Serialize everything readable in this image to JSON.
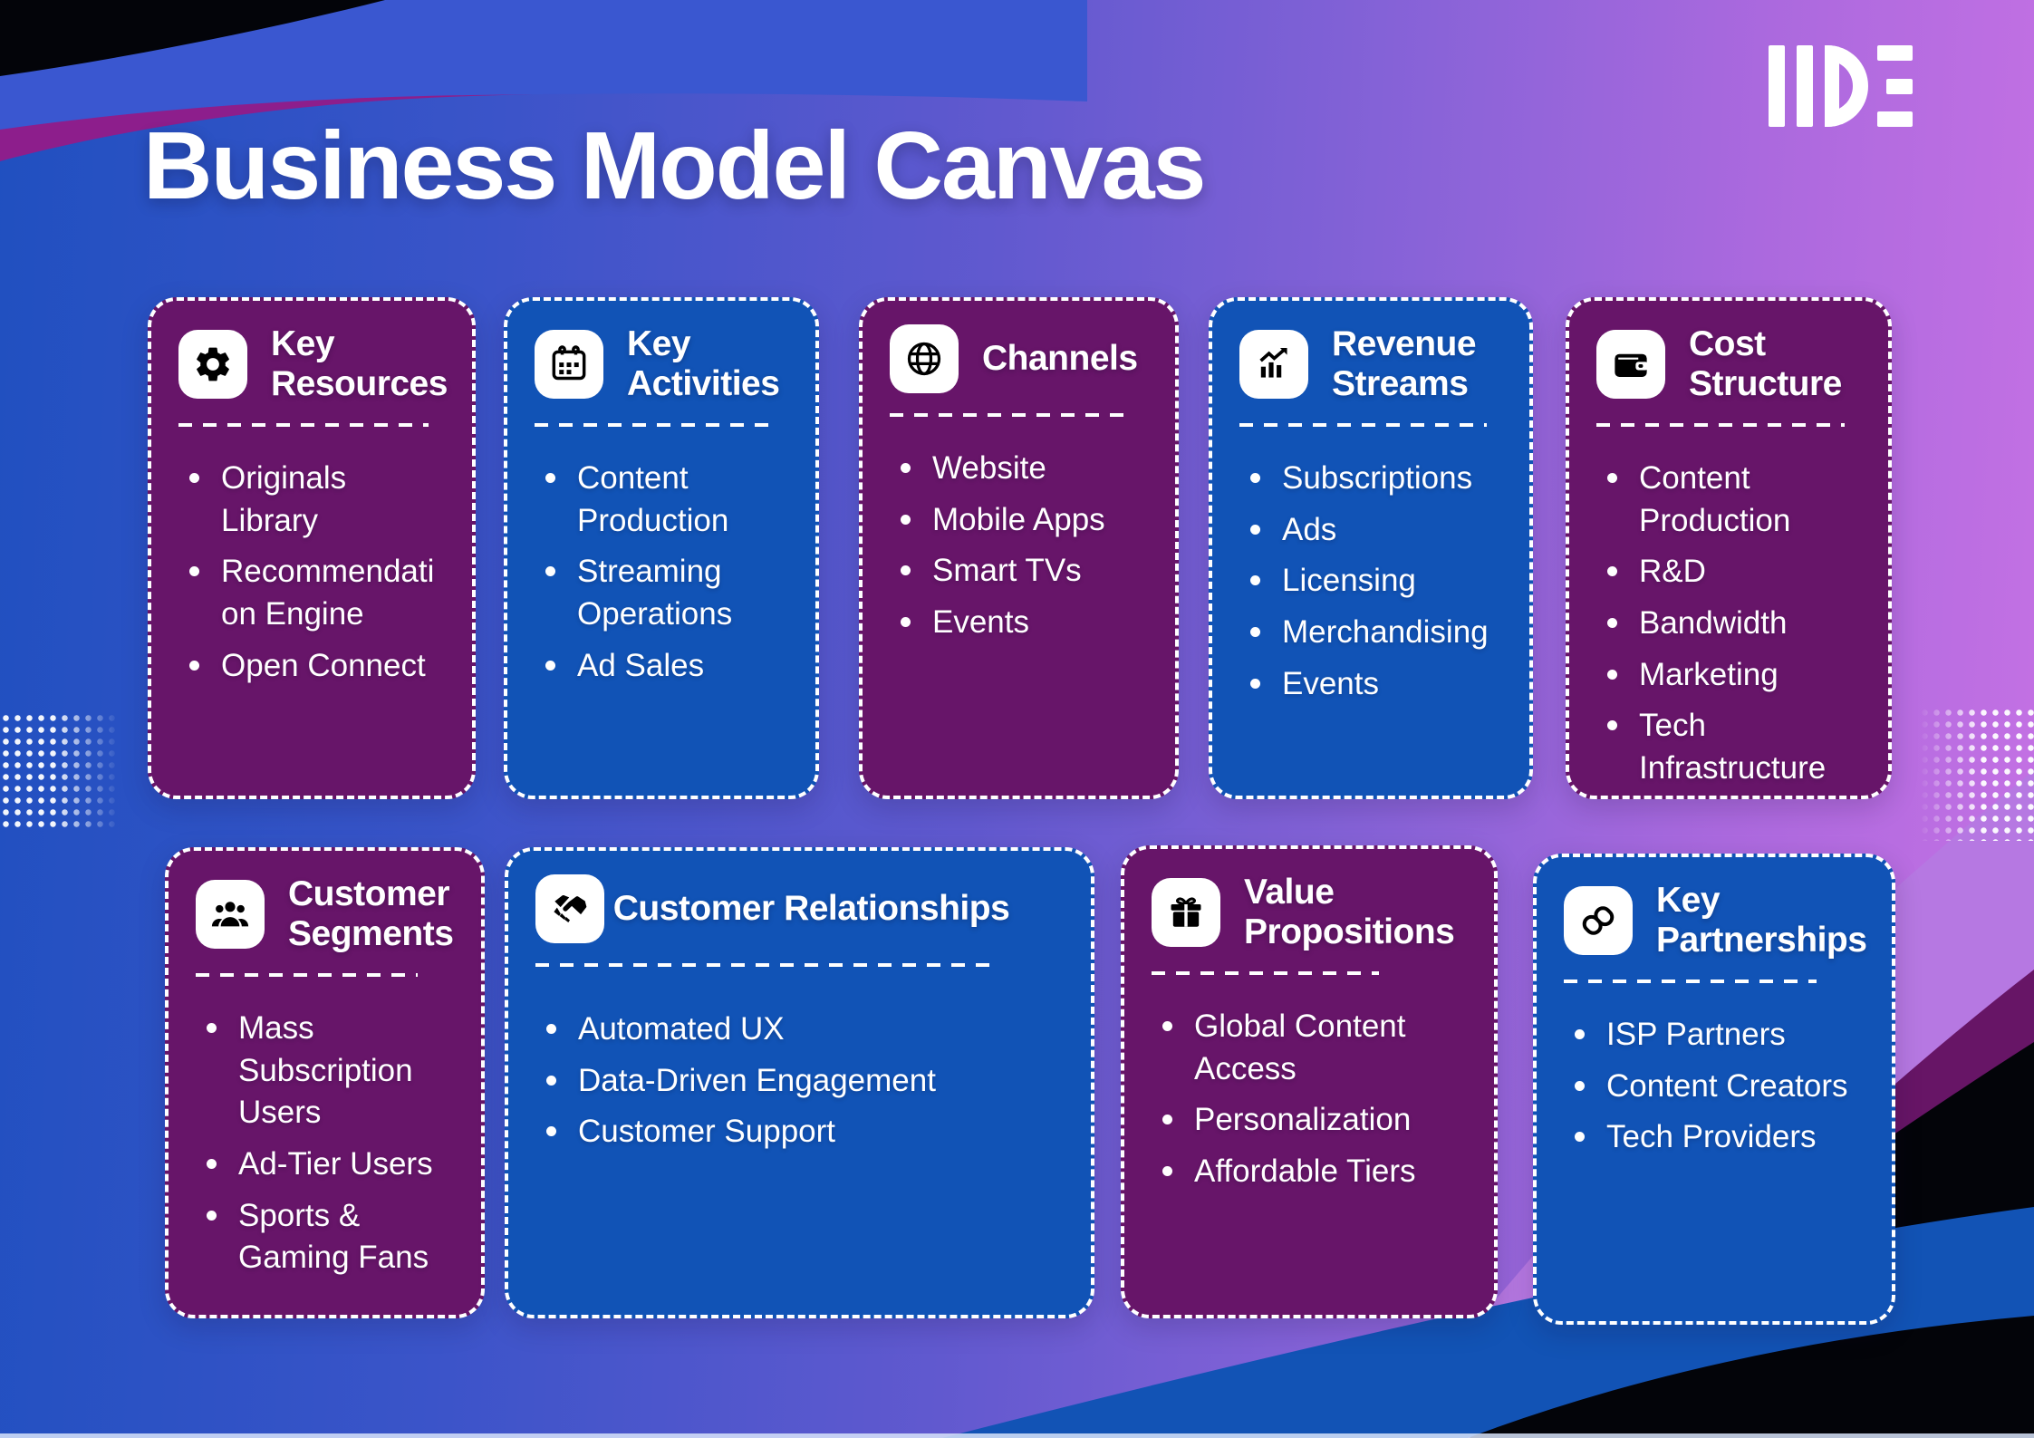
{
  "page": {
    "title": "Business Model Canvas"
  },
  "brand": {
    "logo_text": "IIDE"
  },
  "cards": [
    {
      "id": "key-resources",
      "title": "Key Resources",
      "icon": "gear-icon",
      "theme": "purple",
      "items": [
        "Originals Library",
        "Recommendation Engine",
        "Open Connect"
      ]
    },
    {
      "id": "key-activities",
      "title": "Key Activities",
      "icon": "calendar-icon",
      "theme": "blue",
      "items": [
        "Content Production",
        "Streaming Operations",
        "Ad Sales"
      ]
    },
    {
      "id": "channels",
      "title": "Channels",
      "icon": "globe-icon",
      "theme": "purple",
      "items": [
        "Website",
        "Mobile Apps",
        "Smart TVs",
        "Events"
      ]
    },
    {
      "id": "revenue-streams",
      "title": "Revenue Streams",
      "icon": "chart-growth-icon",
      "theme": "blue",
      "items": [
        "Subscriptions",
        "Ads",
        "Licensing",
        "Merchandising",
        "Events"
      ]
    },
    {
      "id": "cost-structure",
      "title": "Cost Structure",
      "icon": "wallet-icon",
      "theme": "purple",
      "items": [
        "Content Production",
        "R&D",
        "Bandwidth",
        "Marketing",
        "Tech Infrastructure"
      ]
    },
    {
      "id": "customer-segments",
      "title": "Customer Segments",
      "icon": "people-icon",
      "theme": "purple",
      "items": [
        "Mass Subscription Users",
        "Ad-Tier Users",
        "Sports & Gaming Fans"
      ]
    },
    {
      "id": "customer-relationships",
      "title": "Customer Relationships",
      "icon": "handshake-icon",
      "theme": "blue",
      "items": [
        "Automated UX",
        "Data-Driven Engagement",
        "Customer Support"
      ]
    },
    {
      "id": "value-propositions",
      "title": "Value Propositions",
      "icon": "gift-icon",
      "theme": "purple",
      "items": [
        "Global Content Access",
        "Personalization",
        "Affordable Tiers"
      ]
    },
    {
      "id": "key-partnerships",
      "title": "Key Partnerships",
      "icon": "link-icon",
      "theme": "blue",
      "items": [
        "ISP Partners",
        "Content Creators",
        "Tech Providers"
      ]
    }
  ],
  "colors": {
    "card_purple": "#671569",
    "card_blue": "#1153b6",
    "background_blue_deep": "#2050c0",
    "background_purple": "#c571e4",
    "wave_blue_top": "#3a57d0",
    "wave_magenta_top": "#8d1e8c",
    "lavender_band": "#b678e2",
    "magenta_band": "#671566",
    "swoosh_blue": "#1253b5",
    "corner_black": "#030409",
    "text_white": "#ffffff"
  }
}
